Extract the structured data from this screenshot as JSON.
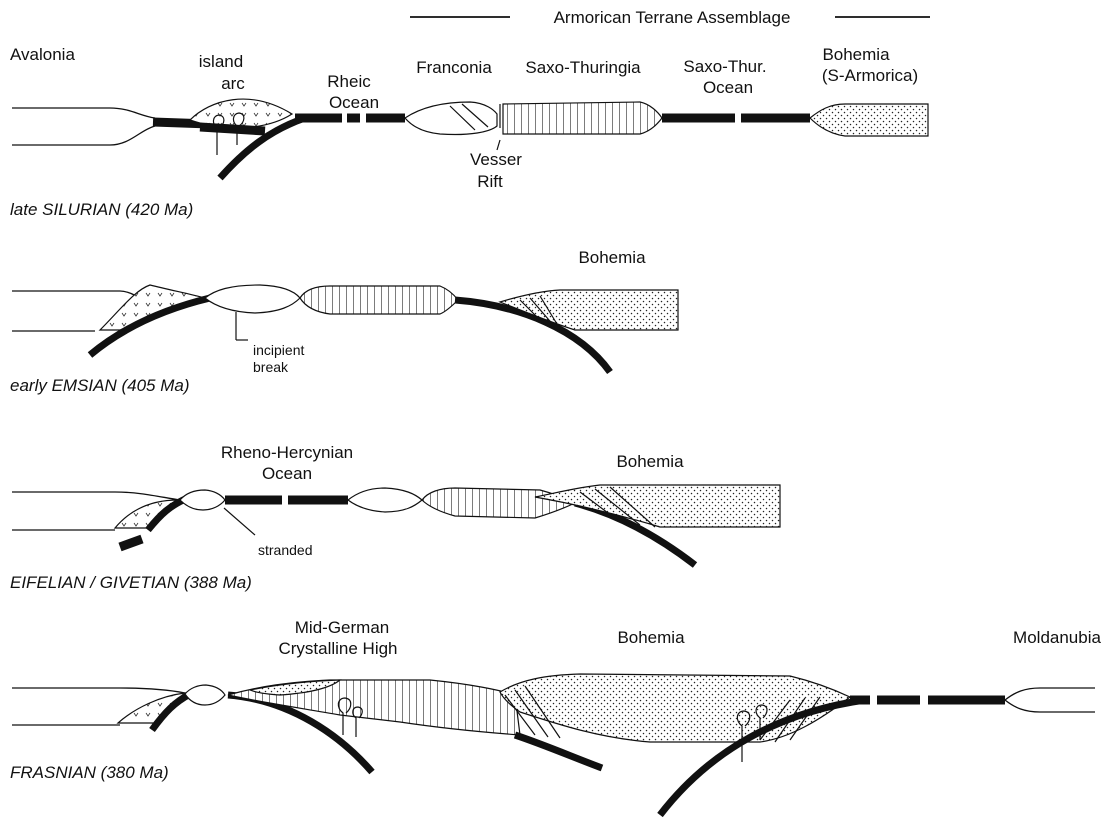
{
  "header": {
    "terrane_assemblage": "Armorican Terrane Assemblage"
  },
  "panel1": {
    "avalonia": "Avalonia",
    "island_arc_line1": "island",
    "island_arc_line2": "arc",
    "rheic_line1": "Rheic",
    "rheic_line2": "Ocean",
    "franconia": "Franconia",
    "saxo_thuringia": "Saxo-Thuringia",
    "saxo_thur_ocean_line1": "Saxo-Thur.",
    "saxo_thur_ocean_line2": "Ocean",
    "bohemia_line1": "Bohemia",
    "bohemia_line2": "(S-Armorica)",
    "vesser_line1": "Vesser",
    "vesser_line2": "Rift",
    "stage": "late SILURIAN  (420 Ma)"
  },
  "panel2": {
    "bohemia": "Bohemia",
    "incipient_line1": "incipient",
    "incipient_line2": "break",
    "stage": "early  EMSIAN (405 Ma)"
  },
  "panel3": {
    "rheno_line1": "Rheno-Hercynian",
    "rheno_line2": "Ocean",
    "bohemia": "Bohemia",
    "stranded": "stranded",
    "stage": "EIFELIAN / GIVETIAN (388 Ma)"
  },
  "panel4": {
    "midgerman_line1": "Mid-German",
    "midgerman_line2": "Crystalline High",
    "bohemia": "Bohemia",
    "moldanubia": "Moldanubia",
    "stage": "FRASNIAN (380 Ma)"
  }
}
